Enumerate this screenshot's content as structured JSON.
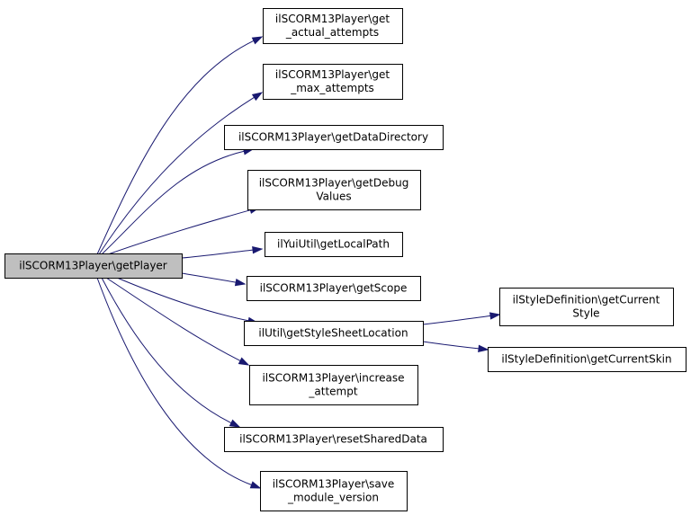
{
  "colors": {
    "edge": "#191970",
    "root_fill": "#bfbfbf",
    "node_fill": "#ffffff",
    "node_border": "#000000"
  },
  "nodes": [
    {
      "id": "root",
      "lines": [
        "ilSCORM13Player\\getPlayer"
      ],
      "root": true
    },
    {
      "id": "n1",
      "lines": [
        "ilSCORM13Player\\get",
        "_actual_attempts"
      ]
    },
    {
      "id": "n2",
      "lines": [
        "ilSCORM13Player\\get",
        "_max_attempts"
      ]
    },
    {
      "id": "n3",
      "lines": [
        "ilSCORM13Player\\getDataDirectory"
      ]
    },
    {
      "id": "n4",
      "lines": [
        "ilSCORM13Player\\getDebug",
        "Values"
      ]
    },
    {
      "id": "n5",
      "lines": [
        "ilYuiUtil\\getLocalPath"
      ]
    },
    {
      "id": "n6",
      "lines": [
        "ilSCORM13Player\\getScope"
      ]
    },
    {
      "id": "n7",
      "lines": [
        "ilUtil\\getStyleSheetLocation"
      ]
    },
    {
      "id": "n8",
      "lines": [
        "ilSCORM13Player\\increase",
        "_attempt"
      ]
    },
    {
      "id": "n9",
      "lines": [
        "ilSCORM13Player\\resetSharedData"
      ]
    },
    {
      "id": "n10",
      "lines": [
        "ilSCORM13Player\\save",
        "_module_version"
      ]
    },
    {
      "id": "n11",
      "lines": [
        "ilStyleDefinition\\getCurrent",
        "Style"
      ]
    },
    {
      "id": "n12",
      "lines": [
        "ilStyleDefinition\\getCurrentSkin"
      ]
    }
  ],
  "edges": [
    {
      "from": "root",
      "to": "n1"
    },
    {
      "from": "root",
      "to": "n2"
    },
    {
      "from": "root",
      "to": "n3"
    },
    {
      "from": "root",
      "to": "n4"
    },
    {
      "from": "root",
      "to": "n5"
    },
    {
      "from": "root",
      "to": "n6"
    },
    {
      "from": "root",
      "to": "n7"
    },
    {
      "from": "root",
      "to": "n8"
    },
    {
      "from": "root",
      "to": "n9"
    },
    {
      "from": "root",
      "to": "n10"
    },
    {
      "from": "n7",
      "to": "n11"
    },
    {
      "from": "n7",
      "to": "n12"
    }
  ]
}
